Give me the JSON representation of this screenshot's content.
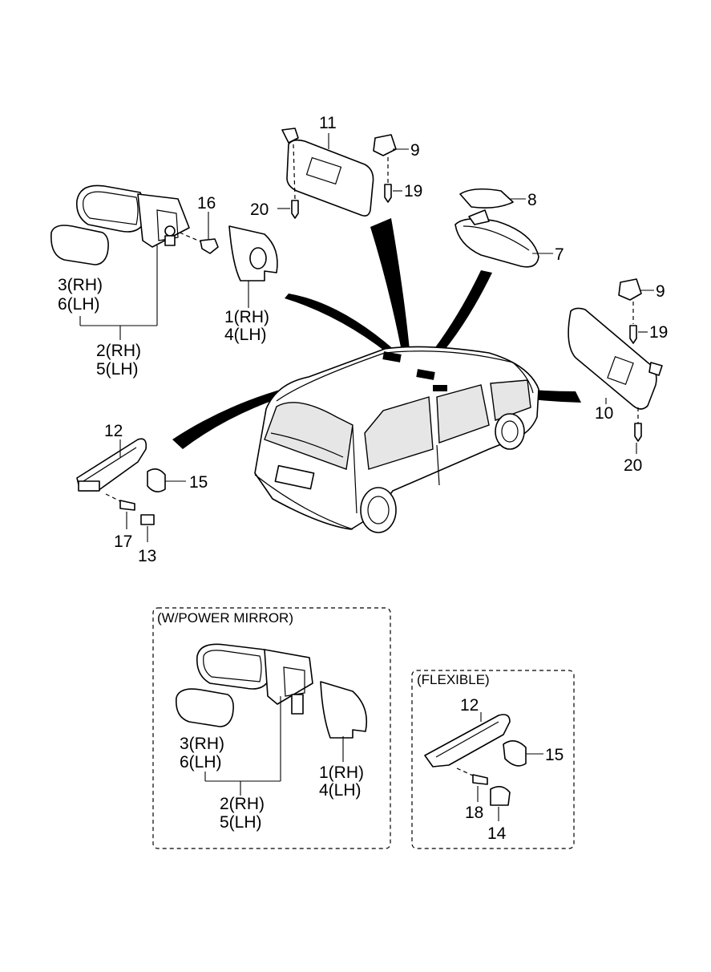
{
  "labels": {
    "p11": "11",
    "p9a": "9",
    "p19a": "19",
    "p20a": "20",
    "p8": "8",
    "p7": "7",
    "p16": "16",
    "p3a": "3(RH)",
    "p6a": "6(LH)",
    "p1a": "1(RH)",
    "p4a": "4(LH)",
    "p2a": "2(RH)",
    "p5a": "5(LH)",
    "p9b": "9",
    "p19b": "19",
    "p10": "10",
    "p20b": "20",
    "p12a": "12",
    "p15a": "15",
    "p17": "17",
    "p13": "13",
    "p3b": "3(RH)",
    "p6b": "6(LH)",
    "p1b": "1(RH)",
    "p4b": "4(LH)",
    "p2b": "2(RH)",
    "p5b": "5(LH)",
    "p12b": "12",
    "p15b": "15",
    "p18": "18",
    "p14": "14"
  },
  "boxes": {
    "power_mirror": "(W/POWER MIRROR)",
    "flexible": "(FLEXIBLE)"
  }
}
